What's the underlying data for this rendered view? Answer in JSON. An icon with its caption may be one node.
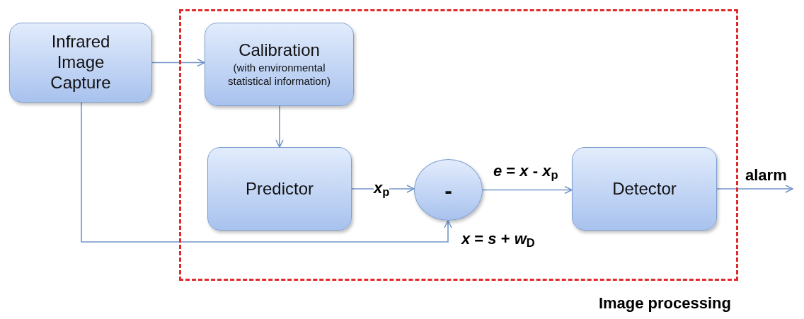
{
  "diagram": {
    "nodes": [
      {
        "text": [
          "Infrared Image Capture"
        ]
      },
      {
        "text": [
          "Image processing"
        ]
      },
      {
        "text": [
          "Calibration",
          "(with environmental statistical information)"
        ],
        "in": 1
      },
      {
        "text": [
          "Predictor"
        ],
        "in": 1
      },
      {
        "text": [
          "-"
        ],
        "in": 1
      },
      {
        "text": [
          "Detector"
        ],
        "in": 1
      }
    ],
    "edges": [
      {
        "from": 0,
        "to": 2,
        "arrow": "to"
      },
      {
        "from": 2,
        "to": 3,
        "arrow": "to"
      },
      {
        "from": 3,
        "to": 4,
        "arrow": "to",
        "label": "*x*$_{p}$"
      },
      {
        "from": 0,
        "to": 4,
        "arrow": "to",
        "label": "*x* = *s* + *w*$_{D}$"
      },
      {
        "from": 4,
        "to": 5,
        "arrow": "to",
        "label": "*e* = *x* - *x*$_{p}$"
      },
      {
        "from": 5,
        "to": null,
        "arrow": "to",
        "label": "alarm"
      }
    ]
  }
}
